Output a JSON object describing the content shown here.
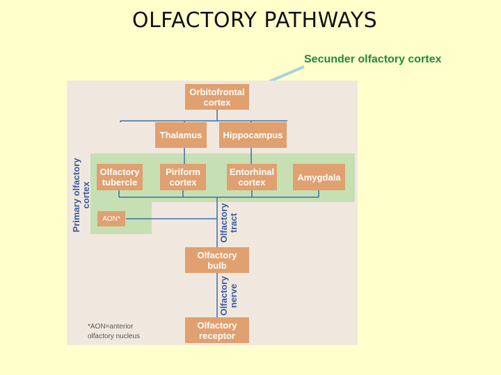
{
  "title": "OLFACTORY PATHWAYS",
  "callout": "Secunder olfactory cortex",
  "diagram": {
    "orbitofrontal": "Orbitofrontal\ncortex",
    "thalamus": "Thalamus",
    "hippocampus": "Hippocampus",
    "olfactory_tubercle": "Olfactory\ntubercle",
    "piriform": "Piriform\ncortex",
    "entorhinal": "Entorhinal\ncortex",
    "amygdala": "Amygdala",
    "aon": "AON*",
    "olfactory_bulb": "Olfactory\nbulb",
    "olfactory_receptor": "Olfactory\nreceptor",
    "primary_label": "Primary olfactory\ncortex",
    "tract_label": "Olfactory\ntract",
    "nerve_label": "Olfactory\nnerve",
    "footnote": "*AON=anterior\n olfactory nucleus"
  },
  "colors": {
    "background": "#ffffcc",
    "box": "#e0a070",
    "band": "#c6dfb3",
    "connector": "#3b6ea8",
    "callout_text": "#1f8a3a"
  }
}
